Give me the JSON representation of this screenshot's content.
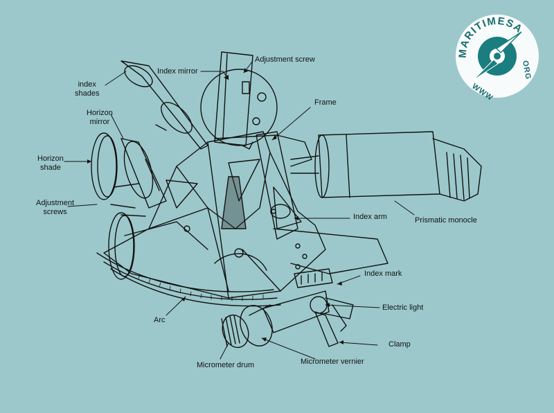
{
  "diagram": {
    "labels": {
      "index_mirror": "Index mirror",
      "adjustment_screw": "Adjustment screw",
      "index_shades": "index\nshades",
      "frame": "Frame",
      "horizon_mirror": "Horizon\nmirror",
      "horizon_shade": "Horizon\nshade",
      "adjustment_screws": "Adjustment\nscrews",
      "index_arm": "Index arm",
      "prismatic_monocle": "Prismatic monocle",
      "index_mark": "Index mark",
      "electric_light": "Electric light",
      "arc": "Arc",
      "clamp": "Clamp",
      "micrometer_drum": "Micrometer drum",
      "micrometer_vernier": "Micrometer vernier"
    }
  },
  "logo": {
    "brand": "MARITIMESA",
    "prefix": "WWW",
    "suffix": "ORG",
    "colors": {
      "ring": "#ffffff",
      "text": "#1a6b70",
      "emblem": "#1a7d80"
    }
  },
  "colors": {
    "background": "#9cc8cb",
    "line": "#111111"
  }
}
